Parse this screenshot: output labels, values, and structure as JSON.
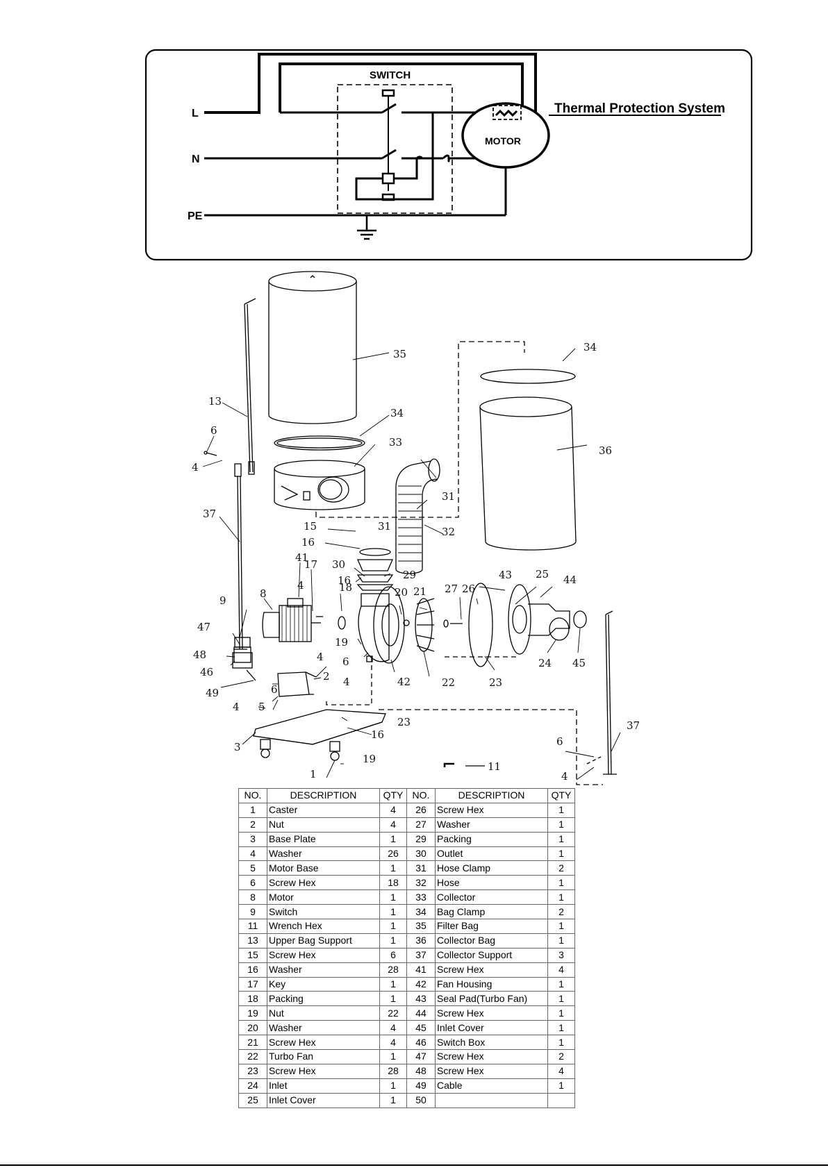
{
  "wiring": {
    "switch_label": "SWITCH",
    "motor_label": "MOTOR",
    "thermal_label": "Thermal Protection System",
    "line_labels": [
      "L",
      "N",
      "PE"
    ]
  },
  "callouts": {
    "c35": "35",
    "c34a": "34",
    "c34b": "34",
    "c36": "36",
    "c13": "13",
    "c6a": "6",
    "c4a": "4",
    "c33": "33",
    "c31a": "31",
    "c31b": "31",
    "c32": "32",
    "c37a": "37",
    "c15": "15",
    "c16a": "16",
    "c30": "30",
    "c16b": "16",
    "c29": "29",
    "c41": "41",
    "c17": "17",
    "c18": "18",
    "c8": "8",
    "c4b": "4",
    "c43": "43",
    "c25": "25",
    "c44": "44",
    "c27": "27",
    "c26": "26",
    "c20": "20",
    "c21": "21",
    "c9": "9",
    "c47": "47",
    "c19a": "19",
    "c48": "48",
    "c6b": "6",
    "c46": "46",
    "c4c": "4",
    "c42": "42",
    "c22": "22",
    "c23a": "23",
    "c24": "24",
    "c45": "45",
    "c49": "49",
    "c6c": "6",
    "c4d": "4",
    "c2": "2",
    "c5": "5",
    "c4e": "4",
    "c23b": "23",
    "c16c": "16",
    "c3": "3",
    "c37b": "37",
    "c6d": "6",
    "c4f": "4",
    "c1": "1",
    "c19b": "19",
    "c11": "11"
  },
  "parts_table": {
    "headers": {
      "no": "NO.",
      "description": "DESCRIPTION",
      "qty": "QTY"
    },
    "rows": [
      {
        "no1": "1",
        "d1": "Caster",
        "q1": "4",
        "no2": "26",
        "d2": "Screw Hex",
        "q2": "1"
      },
      {
        "no1": "2",
        "d1": "Nut",
        "q1": "4",
        "no2": "27",
        "d2": "Washer",
        "q2": "1"
      },
      {
        "no1": "3",
        "d1": "Base Plate",
        "q1": "1",
        "no2": "29",
        "d2": "Packing",
        "q2": "1"
      },
      {
        "no1": "4",
        "d1": "Washer",
        "q1": "26",
        "no2": "30",
        "d2": "Outlet",
        "q2": "1"
      },
      {
        "no1": "5",
        "d1": "Motor Base",
        "q1": "1",
        "no2": "31",
        "d2": "Hose Clamp",
        "q2": "2"
      },
      {
        "no1": "6",
        "d1": "Screw Hex",
        "q1": "18",
        "no2": "32",
        "d2": "Hose",
        "q2": "1"
      },
      {
        "no1": "8",
        "d1": "Motor",
        "q1": "1",
        "no2": "33",
        "d2": "Collector",
        "q2": "1"
      },
      {
        "no1": "9",
        "d1": "Switch",
        "q1": "1",
        "no2": "34",
        "d2": "Bag Clamp",
        "q2": "2"
      },
      {
        "no1": "11",
        "d1": "Wrench Hex",
        "q1": "1",
        "no2": "35",
        "d2": "Filter Bag",
        "q2": "1"
      },
      {
        "no1": "13",
        "d1": "Upper Bag Support",
        "q1": "1",
        "no2": "36",
        "d2": "Collector Bag",
        "q2": "1"
      },
      {
        "no1": "15",
        "d1": "Screw Hex",
        "q1": "6",
        "no2": "37",
        "d2": "Collector Support",
        "q2": "3"
      },
      {
        "no1": "16",
        "d1": "Washer",
        "q1": "28",
        "no2": "41",
        "d2": "Screw Hex",
        "q2": "4"
      },
      {
        "no1": "17",
        "d1": "Key",
        "q1": "1",
        "no2": "42",
        "d2": "Fan Housing",
        "q2": "1"
      },
      {
        "no1": "18",
        "d1": "Packing",
        "q1": "1",
        "no2": "43",
        "d2": "Seal Pad(Turbo Fan)",
        "q2": "1"
      },
      {
        "no1": "19",
        "d1": "Nut",
        "q1": "22",
        "no2": "44",
        "d2": "Screw Hex",
        "q2": "1"
      },
      {
        "no1": "20",
        "d1": "Washer",
        "q1": "4",
        "no2": "45",
        "d2": "Inlet Cover",
        "q2": "1"
      },
      {
        "no1": "21",
        "d1": "Screw Hex",
        "q1": "4",
        "no2": "46",
        "d2": "Switch Box",
        "q2": "1"
      },
      {
        "no1": "22",
        "d1": "Turbo Fan",
        "q1": "1",
        "no2": "47",
        "d2": "Screw Hex",
        "q2": "2"
      },
      {
        "no1": "23",
        "d1": "Screw Hex",
        "q1": "28",
        "no2": "48",
        "d2": "Screw Hex",
        "q2": "4"
      },
      {
        "no1": "24",
        "d1": "Inlet",
        "q1": "1",
        "no2": "49",
        "d2": "Cable",
        "q2": "1"
      },
      {
        "no1": "25",
        "d1": "Inlet Cover",
        "q1": "1",
        "no2": "50",
        "d2": "",
        "q2": ""
      }
    ]
  }
}
